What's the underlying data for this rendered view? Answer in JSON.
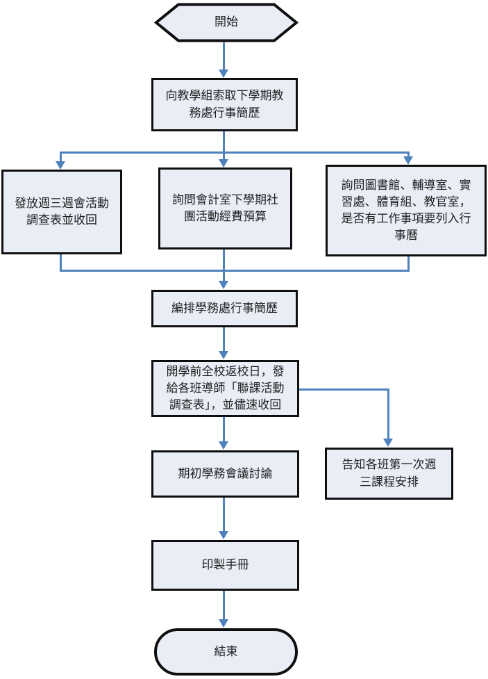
{
  "diagram": {
    "type": "flowchart",
    "direction": "top-down",
    "colors": {
      "node_fill": "#e8edf6",
      "node_border": "#0f0f0f",
      "connector": "#4f81bd",
      "text": "#1f1f1f",
      "background": "#ffffff"
    },
    "nodes": {
      "start": {
        "shape": "hexagon",
        "label": "開始"
      },
      "request_calendar": {
        "shape": "rect",
        "label": "向教學組索取下學期教務處行事簡歷"
      },
      "survey_collect": {
        "shape": "rect",
        "label": "發放週三週會活動調查表並收回"
      },
      "budget_inquiry": {
        "shape": "rect",
        "label": "詢問會計室下學期社團活動經費預算"
      },
      "office_inquiry": {
        "shape": "rect",
        "label": "詢問圖書館、輔導室、實習處、體育組、教官室，是否有工作事項要列入行事曆"
      },
      "compile_calendar": {
        "shape": "rect",
        "label": "編排學務處行事簡歷"
      },
      "distribute_survey": {
        "shape": "rect",
        "label": "開學前全校返校日，發給各班導師「聯課活動調查表」，並儘速收回"
      },
      "initial_meeting": {
        "shape": "rect",
        "label": "期初學務會議討論"
      },
      "notify_schedule": {
        "shape": "rect",
        "label": "告知各班第一次週三課程安排"
      },
      "print_handbook": {
        "shape": "rect",
        "label": "印製手冊"
      },
      "end": {
        "shape": "stadium",
        "label": "結束"
      }
    },
    "edges": [
      {
        "from": "start",
        "to": "request_calendar"
      },
      {
        "from": "request_calendar",
        "to": "survey_collect"
      },
      {
        "from": "request_calendar",
        "to": "budget_inquiry"
      },
      {
        "from": "request_calendar",
        "to": "office_inquiry"
      },
      {
        "from": "survey_collect",
        "to": "compile_calendar"
      },
      {
        "from": "budget_inquiry",
        "to": "compile_calendar"
      },
      {
        "from": "office_inquiry",
        "to": "compile_calendar"
      },
      {
        "from": "compile_calendar",
        "to": "distribute_survey"
      },
      {
        "from": "distribute_survey",
        "to": "initial_meeting"
      },
      {
        "from": "distribute_survey",
        "to": "notify_schedule"
      },
      {
        "from": "initial_meeting",
        "to": "print_handbook"
      },
      {
        "from": "print_handbook",
        "to": "end"
      }
    ]
  }
}
